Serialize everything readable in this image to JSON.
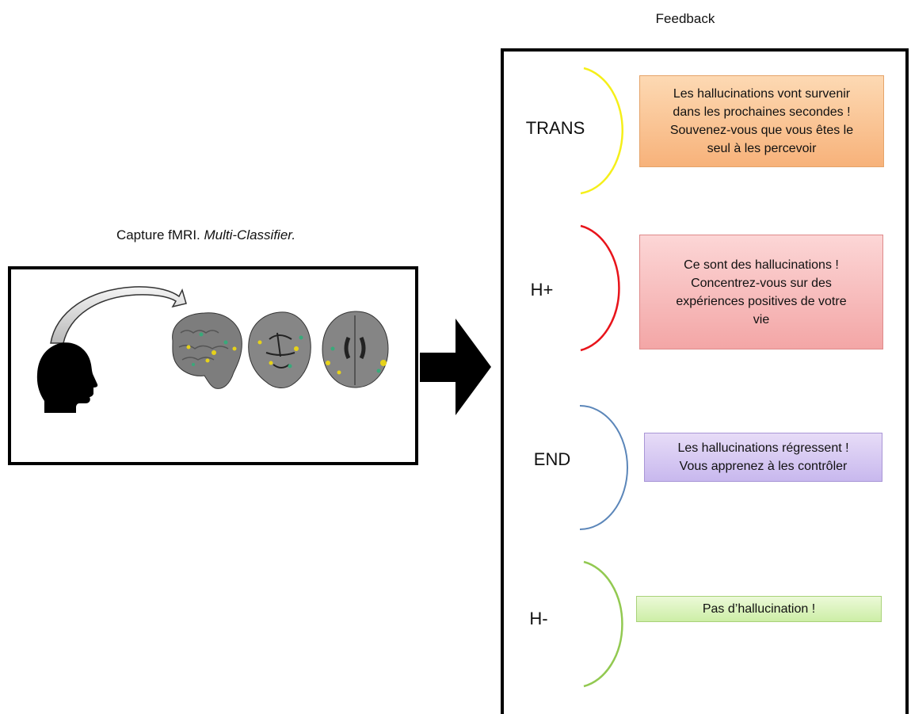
{
  "capture_title": {
    "main": "Capture fMRI.",
    "italic": "Multi-Classifier."
  },
  "feedback_title": "Feedback",
  "states": [
    {
      "label": "TRANS",
      "color": "#f5ef1a",
      "message_lines": [
        "Les hallucinations vont survenir",
        "dans les prochaines secondes !",
        "Souvenez-vous que vous êtes le",
        "seul à les percevoir"
      ]
    },
    {
      "label": "H+",
      "color": "#e8141b",
      "message_lines": [
        "Ce sont des hallucinations !",
        "Concentrez-vous sur des",
        "expériences positives de votre",
        "vie"
      ]
    },
    {
      "label": "END",
      "color": "#5b86b9",
      "message_lines": [
        "Les hallucinations régressent !",
        "Vous apprenez à les contrôler"
      ]
    },
    {
      "label": "H-",
      "color": "#92c951",
      "message_lines": [
        "Pas d’hallucination !"
      ]
    }
  ]
}
